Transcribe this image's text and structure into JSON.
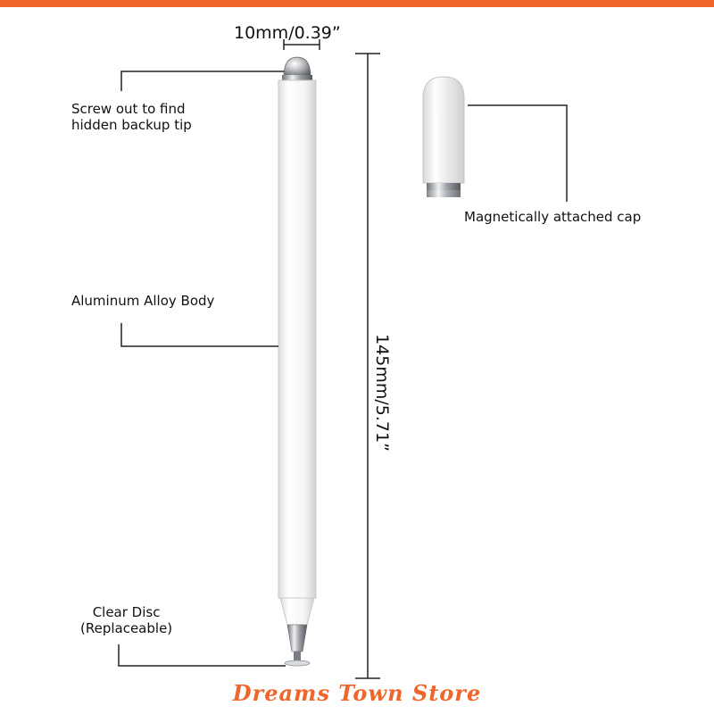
{
  "colors": {
    "accent": "#f0652a",
    "brand": "#f0652a",
    "line": "#222222",
    "pen_body": "#f7f7f7",
    "metal": "#b9bcc0"
  },
  "dimensions": {
    "width": "10mm/0.39”",
    "length": "145mm/5.71”"
  },
  "callouts": {
    "backup_tip": "Screw out to find\nhidden backup tip",
    "body": "Aluminum Alloy Body",
    "disc": "Clear Disc\n(Replaceable)",
    "cap": "Magnetically attached cap"
  },
  "store_name": "Dreams Town Store"
}
